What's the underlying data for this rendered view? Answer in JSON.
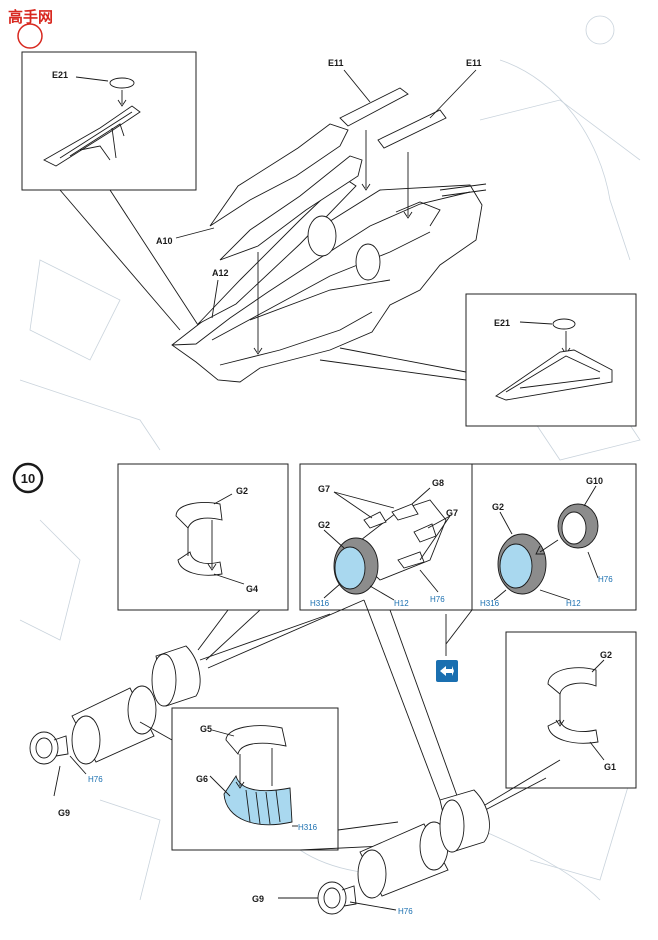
{
  "watermark": {
    "text": "高手网",
    "color": "#d8281f"
  },
  "step": {
    "number": "10"
  },
  "labels": {
    "e21_top": "E21",
    "e11_left": "E11",
    "e11_right": "E11",
    "a10": "A10",
    "a12": "A12",
    "e21_right": "E21",
    "g2_box1": "G2",
    "g4": "G4",
    "g7_left": "G7",
    "g8": "G8",
    "g7_right": "G7",
    "g2_box2": "G2",
    "g10": "G10",
    "g2_box3": "G2",
    "g2_box4": "G2",
    "g1": "G1",
    "g5": "G5",
    "g6": "G6",
    "g9_left": "G9",
    "g9_bottom": "G9"
  },
  "paint_codes": {
    "h316_a": "H316",
    "h12_a": "H12",
    "h76_a": "H76",
    "h316_b": "H316",
    "h12_b": "H12",
    "h76_b": "H76",
    "h76_left": "H76",
    "h316_c": "H316",
    "h76_bottom": "H76"
  },
  "swap_symbol_color": "#1a6fb0",
  "paint_color_blue": "#a9d8ef",
  "paint_color_grey": "#8c8c8c"
}
